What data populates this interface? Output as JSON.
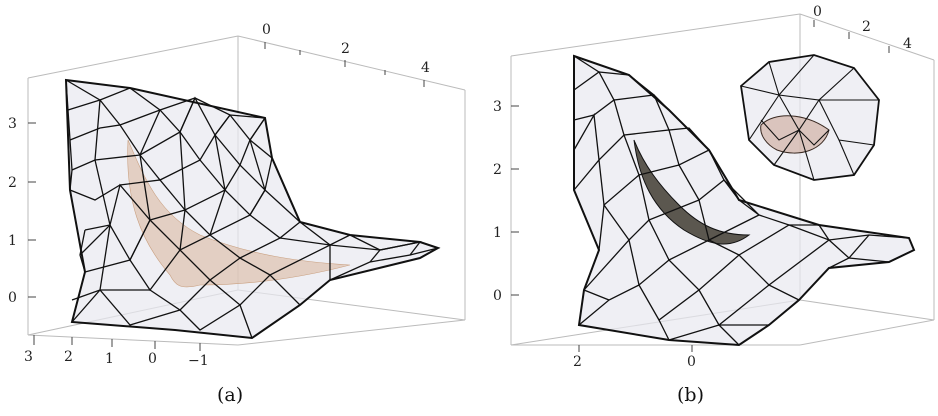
{
  "panels": [
    {
      "id": "a",
      "caption": "(a)",
      "vertical_ticks": [
        "3",
        "2",
        "1",
        "0"
      ],
      "top_ticks": [
        "0",
        "2",
        "4"
      ],
      "bottom_ticks": [
        "3",
        "2",
        "1",
        "0",
        "−1"
      ],
      "colors": {
        "mesh": "#111111",
        "surface": "#e8e8ef",
        "inner": "#d9b49a"
      }
    },
    {
      "id": "b",
      "caption": "(b)",
      "vertical_ticks": [
        "3",
        "2",
        "1",
        "0"
      ],
      "top_ticks": [
        "0",
        "2",
        "4"
      ],
      "bottom_ticks": [
        "2",
        "0"
      ],
      "colors": {
        "mesh": "#111111",
        "surface": "#e8e8ef",
        "inner": "#c9a090"
      }
    }
  ]
}
